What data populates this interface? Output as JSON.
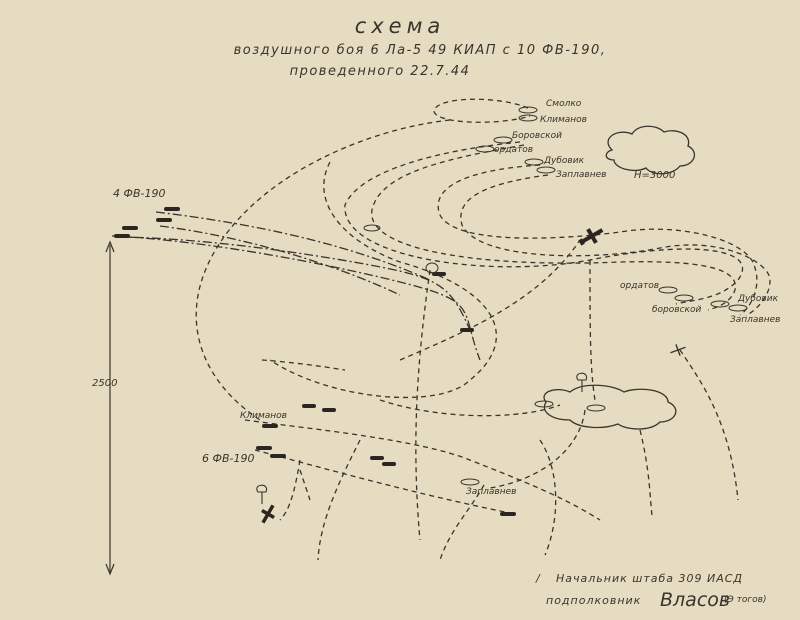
{
  "header": {
    "title": "схема",
    "line1": "воздушного боя 6 Ла-5 49 КИАП с 10 ФВ-190,",
    "line2": "проведенного 22.7.44"
  },
  "labels": {
    "smolko": "Смолко",
    "klimanov_top": "Климанов",
    "borovskiy_top": "Боровской",
    "ordatov_top": "ордатов",
    "dubovik_top": "Дубовик",
    "zaplavnev_top": "Заплавнев",
    "altitude": "Н=3000",
    "group4": "4 ФВ-190",
    "distance": "2500",
    "ordatov_right": "ордатов",
    "dubovik_right": "Дубовик",
    "borovskiy_right": "боровской",
    "zaplavnev_right": "Заплавнев",
    "klimanov_left": "Климанов",
    "group6": "6 ФВ-190",
    "zaplavnev_bottom": "Заплавнев"
  },
  "footer": {
    "mark": "/",
    "position": "Начальник штаба 309 ИАСД",
    "rank": "подполковник",
    "signature": "Власов",
    "signature_suffix": "(Э тогов)"
  }
}
